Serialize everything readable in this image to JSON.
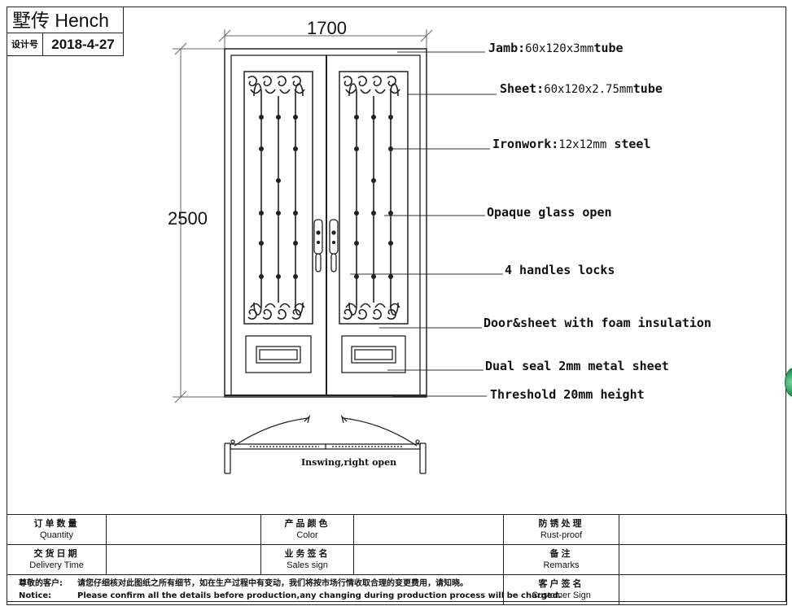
{
  "title_block": {
    "brand": "墅传 Hench",
    "design_no_label": "设计号",
    "date": "2018-4-27"
  },
  "dimensions": {
    "width": "1700",
    "height": "2500"
  },
  "callouts": [
    {
      "label": "Jamb:",
      "value": "60x120x3mm",
      "suffix": "tube"
    },
    {
      "label": "Sheet:",
      "value": "60x120x2.75mm",
      "suffix": "tube"
    },
    {
      "label": "Ironwork:",
      "value": "12x12mm",
      "suffix": "steel"
    },
    {
      "label": "Opaque glass open",
      "value": "",
      "suffix": ""
    },
    {
      "label": "4 handles locks",
      "value": "",
      "suffix": ""
    },
    {
      "label": "Door&sheet with foam insulation",
      "value": "",
      "suffix": ""
    },
    {
      "label": "Dual seal 2mm metal sheet",
      "value": "",
      "suffix": ""
    },
    {
      "label": "Threshold 20mm height",
      "value": "",
      "suffix": ""
    }
  ],
  "swing_caption": "Inswing,right open",
  "order_table": {
    "quantity": {
      "cn": "订单数量",
      "en": "Quantity"
    },
    "color": {
      "cn": "产品颜色",
      "en": "Color"
    },
    "rust_proof": {
      "cn": "防锈处理",
      "en": "Rust-proof"
    },
    "delivery": {
      "cn": "交货日期",
      "en": "Delivery Time"
    },
    "sales_sign": {
      "cn": "业务签名",
      "en": "Sales sign"
    },
    "remarks": {
      "cn": "备注",
      "en": "Remarks"
    },
    "customer_sign": {
      "cn": "客户签名",
      "en": "Customer Sign"
    },
    "notice_cn_key": "尊敬的客户:",
    "notice_cn_text": "请您仔细核对此图纸之所有细节，如在生产过程中有变动，我们将按市场行情收取合理的变更费用，请知晓。",
    "notice_en_key": "Notice:",
    "notice_en_text": "Please confirm all the details before production,any changing during production process will be charged."
  }
}
